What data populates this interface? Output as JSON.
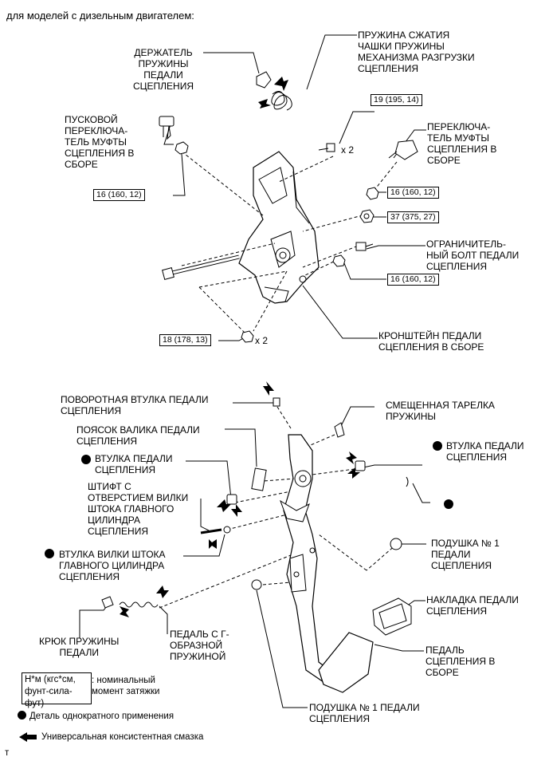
{
  "heading": "для моделей с дизельным двигателем:",
  "labels": {
    "spring_holder": [
      "ДЕРЖАТЕЛЬ",
      "ПРУЖИНЫ",
      "ПЕДАЛИ",
      "СЦЕПЛЕНИЯ"
    ],
    "compression_spring": [
      "ПРУЖИНА СЖАТИЯ",
      "ЧАШКИ ПРУЖИНЫ",
      "МЕХАНИЗМА РАЗГРУЗКИ",
      "СЦЕПЛЕНИЯ"
    ],
    "start_switch": [
      "ПУСКОВОЙ",
      "ПЕРЕКЛЮЧА-",
      "ТЕЛЬ МУФТЫ",
      "СЦЕПЛЕНИЯ В",
      "СБОРЕ"
    ],
    "clutch_switch": [
      "ПЕРЕКЛЮЧА-",
      "ТЕЛЬ МУФТЫ",
      "СЦЕПЛЕНИЯ В",
      "СБОРЕ"
    ],
    "stopper_bolt": [
      "ОГРАНИЧИТЕЛЬ-",
      "НЫЙ БОЛТ ПЕДАЛИ",
      "СЦЕПЛЕНИЯ"
    ],
    "bracket": [
      "КРОНШТЕЙН ПЕДАЛИ",
      "СЦЕПЛЕНИЯ В СБОРЕ"
    ],
    "pivot_bushing": [
      "ПОВОРОТНАЯ ВТУЛКА ПЕДАЛИ",
      "СЦЕПЛЕНИЯ"
    ],
    "offset_seat": [
      "СМЕЩЕННАЯ ТАРЕЛКА",
      "ПРУЖИНЫ"
    ],
    "shaft_collar": [
      "ПОЯСОК ВАЛИКА ПЕДАЛИ",
      "СЦЕПЛЕНИЯ"
    ],
    "pedal_bushing_left": [
      "ВТУЛКА ПЕДАЛИ",
      "СЦЕПЛЕНИЯ"
    ],
    "pedal_bushing_right": [
      "ВТУЛКА ПЕДАЛИ",
      "СЦЕПЛЕНИЯ"
    ],
    "clevis_pin": [
      "ШТИФТ С",
      "ОТВЕРСТИЕМ ВИЛКИ",
      "ШТОКА ГЛАВНОГО",
      "ЦИЛИНДРА",
      "СЦЕПЛЕНИЯ"
    ],
    "clevis_bushing": [
      "ВТУЛКА ВИЛКИ ШТОКА",
      "ГЛАВНОГО ЦИЛИНДРА",
      "СЦЕПЛЕНИЯ"
    ],
    "cushion_right": [
      "ПОДУШКА № 1",
      "ПЕДАЛИ",
      "СЦЕПЛЕНИЯ"
    ],
    "pedal_pad": [
      "НАКЛАДКА ПЕДАЛИ",
      "СЦЕПЛЕНИЯ"
    ],
    "spring_hook": [
      "КРЮК ПРУЖИНЫ",
      "ПЕДАЛИ"
    ],
    "turnover_spring": [
      "ПЕДАЛЬ С Г-",
      "ОБРАЗНОЙ",
      "ПРУЖИНОЙ"
    ],
    "pedal_assy": [
      "ПЕДАЛЬ",
      "СЦЕПЛЕНИЯ В",
      "СБОРЕ"
    ],
    "cushion_bottom": [
      "ПОДУШКА № 1 ПЕДАЛИ",
      "СЦЕПЛЕНИЯ"
    ]
  },
  "multipliers": {
    "bolt_top": "x 2",
    "nut_bottom": "x 2"
  },
  "torques": {
    "t19": "19 (195, 14)",
    "t16a": "16 (160, 12)",
    "t16b": "16 (160, 12)",
    "t37": "37 (375, 27)",
    "t16c": "16 (160, 12)",
    "t18": "18 (178, 13)"
  },
  "legend": {
    "torque_box": [
      "Н*м (кгс*см,",
      "фунт-сила-фут)"
    ],
    "torque_desc": [
      ": номинальный",
      "момент затяжки"
    ],
    "nonreusable": "Деталь однократного применения",
    "grease": "Универсальная консистентная смазка"
  },
  "footer_mark": "т"
}
